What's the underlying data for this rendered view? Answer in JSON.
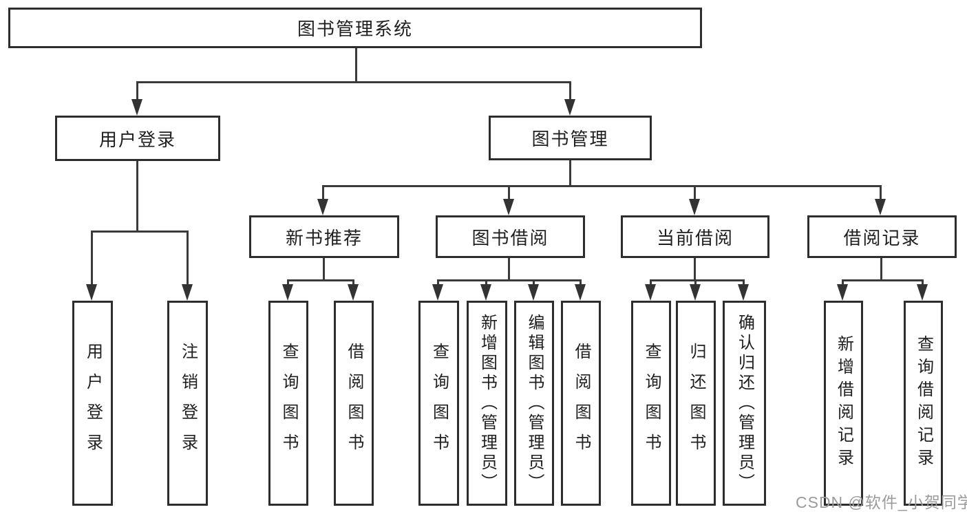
{
  "root": {
    "label": "图书管理系统"
  },
  "level2": [
    {
      "label": "用户登录"
    },
    {
      "label": "图书管理"
    }
  ],
  "level3": [
    {
      "label": "新书推荐"
    },
    {
      "label": "图书借阅"
    },
    {
      "label": "当前借阅"
    },
    {
      "label": "借阅记录"
    }
  ],
  "leaves": {
    "user_login_group": [
      "用户登录",
      "注销登录"
    ],
    "new_book_group": [
      "查询图书",
      "借阅图书"
    ],
    "book_borrow_group": [
      "查询图书",
      "新增图书（管理员）",
      "编辑图书（管理员）",
      "借阅图书"
    ],
    "current_borrow_group": [
      "查询图书",
      "归还图书",
      "确认归还（管理员）"
    ],
    "borrow_record_group": [
      "新增借阅记录",
      "查询借阅记录"
    ]
  },
  "watermark": {
    "text": "CSDN @软件_小贺同学",
    "color": "#9b9b9b"
  },
  "colors": {
    "background": "#ffffff",
    "box_border": "#2d2d2d",
    "connector": "#3a3a3a",
    "text": "#1f1f1f"
  }
}
